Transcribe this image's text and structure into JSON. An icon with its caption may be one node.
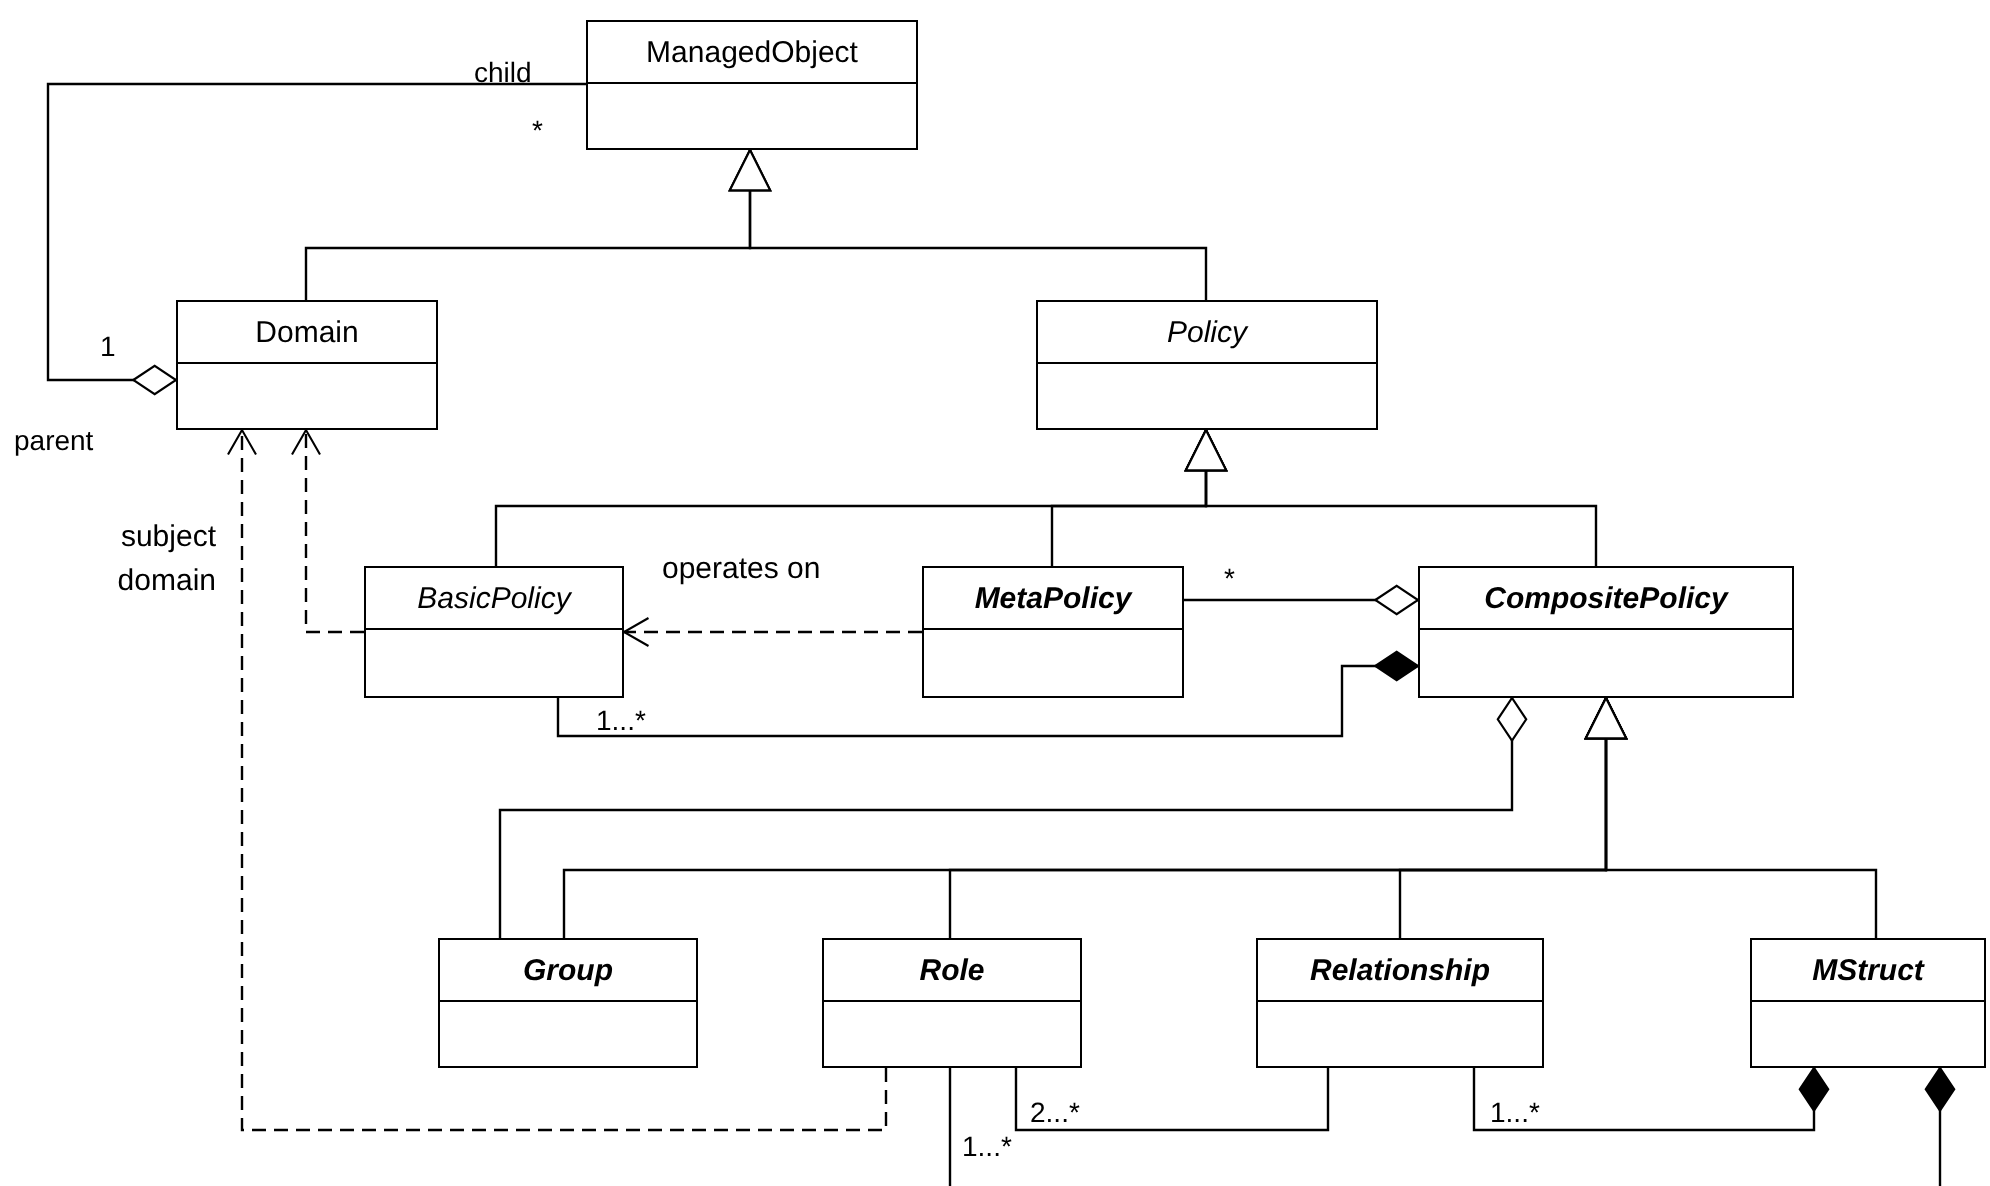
{
  "diagram": {
    "nodes": [
      {
        "text": [
          "ManagedObject"
        ]
      },
      {
        "text": [
          "Domain"
        ]
      },
      {
        "text": [
          "Policy"
        ]
      },
      {
        "text": [
          "BasicPolicy"
        ]
      },
      {
        "text": [
          "MetaPolicy"
        ]
      },
      {
        "text": [
          "CompositePolicy"
        ]
      },
      {
        "text": [
          "Group"
        ]
      },
      {
        "text": [
          "Role"
        ]
      },
      {
        "text": [
          "Relationship"
        ]
      },
      {
        "text": [
          "MStruct"
        ]
      }
    ],
    "edges": [
      {
        "from": 0,
        "to": 1,
        "arrow": "other"
      },
      {
        "from": 1,
        "to": 0,
        "arrow": "to"
      },
      {
        "from": 2,
        "to": 0,
        "arrow": "to"
      },
      {
        "from": 3,
        "to": 2,
        "arrow": "to"
      },
      {
        "from": 4,
        "to": 2,
        "arrow": "to"
      },
      {
        "from": 5,
        "to": 2,
        "arrow": "to"
      },
      {
        "from": 3,
        "to": 1,
        "arrow": "to",
        "style": "dashed"
      },
      {
        "from": 4,
        "to": 3,
        "arrow": "to",
        "style": "dashed",
        "label": "operates on"
      },
      {
        "from": 4,
        "to": 5,
        "arrow": "other"
      },
      {
        "from": 3,
        "to": 5,
        "arrow": "other"
      },
      {
        "from": 6,
        "to": 5,
        "arrow": "other"
      },
      {
        "from": 6,
        "to": 5,
        "arrow": "to"
      },
      {
        "from": 7,
        "to": 5,
        "arrow": "to"
      },
      {
        "from": 8,
        "to": 5,
        "arrow": "to"
      },
      {
        "from": 9,
        "to": 5,
        "arrow": "to"
      },
      {
        "from": 7,
        "to": 1,
        "arrow": "to",
        "style": "dashed"
      },
      {
        "from": 7,
        "to": 8,
        "arrow": "none"
      },
      {
        "from": 8,
        "to": 9,
        "arrow": "other"
      },
      {
        "from": 7,
        "to": null,
        "arrow": "none"
      },
      {
        "from": null,
        "to": 9,
        "arrow": "other"
      }
    ],
    "labels": [
      "child",
      "*",
      "1",
      "parent",
      "subject domain",
      "*",
      "1...*",
      "2...*",
      "1...*",
      "1...*"
    ]
  }
}
